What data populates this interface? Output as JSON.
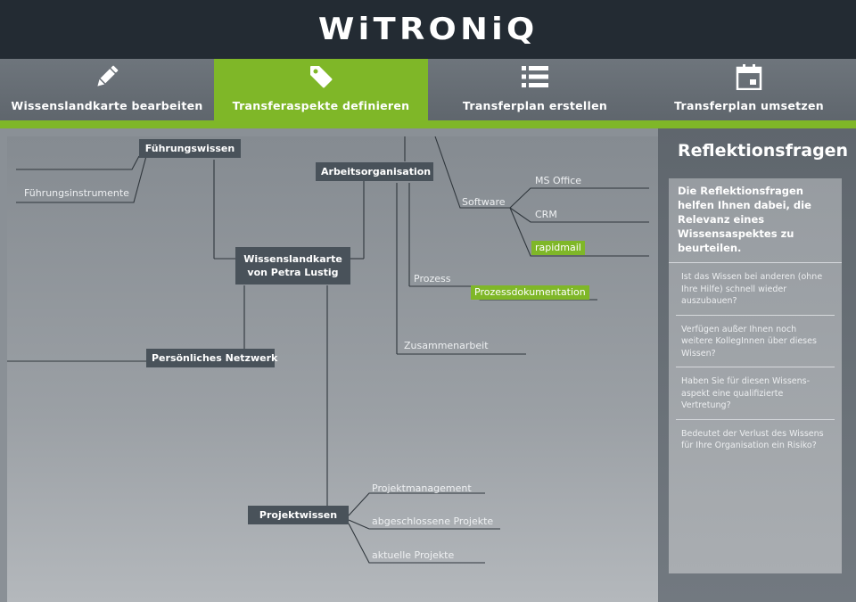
{
  "header": {
    "logo": "WiTRONiQ"
  },
  "tabs": [
    {
      "label": "Wissenslandkarte bearbeiten",
      "icon": "pencil-icon",
      "active": false
    },
    {
      "label": "Transferaspekte definieren",
      "icon": "tag-icon",
      "active": true
    },
    {
      "label": "Transferplan erstellen",
      "icon": "list-icon",
      "active": false
    },
    {
      "label": "Transferplan umsetzen",
      "icon": "calendar-icon",
      "active": false
    }
  ],
  "colors": {
    "accent": "#7fb728",
    "header": "#232b33",
    "node": "#49525a"
  },
  "map": {
    "center": "Wissenslandkarte von Petra Lustig",
    "center_line1": "Wissenslandkarte",
    "center_line2": "von Petra Lustig",
    "nodes": {
      "fuehrungswissen": "Führungswissen",
      "arbeitsorganisation": "Arbeitsorganisation",
      "netzwerk": "Persönliches Netzwerk",
      "projektwissen": "Projektwissen"
    },
    "leaves": {
      "fuehrungsinstrumente": "Führungsinstrumente",
      "software": "Software",
      "ms_office": "MS Office",
      "crm": "CRM",
      "rapidmail": "rapidmail",
      "prozess": "Prozess",
      "prozessdokumentation": "Prozessdokumentation",
      "zusammenarbeit": "Zusammenarbeit",
      "projektmanagement": "Projektmanagement",
      "abgeschlossene": "abgeschlossene Projekte",
      "aktuelle": "aktuelle Projekte"
    }
  },
  "panel": {
    "title": "Reflektionsfragen",
    "intro": "Die Reflektionsfragen helfen Ihnen dabei, die Relevanz eines Wissensaspektes zu beurteilen.",
    "questions": [
      "Ist das Wissen bei anderen (ohne Ihre Hilfe) schnell wieder auszubauen?",
      "Verfügen außer Ihnen noch weitere KollegInnen über dieses Wissen?",
      "Haben Sie für diesen Wissens-aspekt eine qualifizierte Vertretung?",
      "Bedeutet der Verlust des Wissens für Ihre Organisation ein Risiko?"
    ]
  }
}
